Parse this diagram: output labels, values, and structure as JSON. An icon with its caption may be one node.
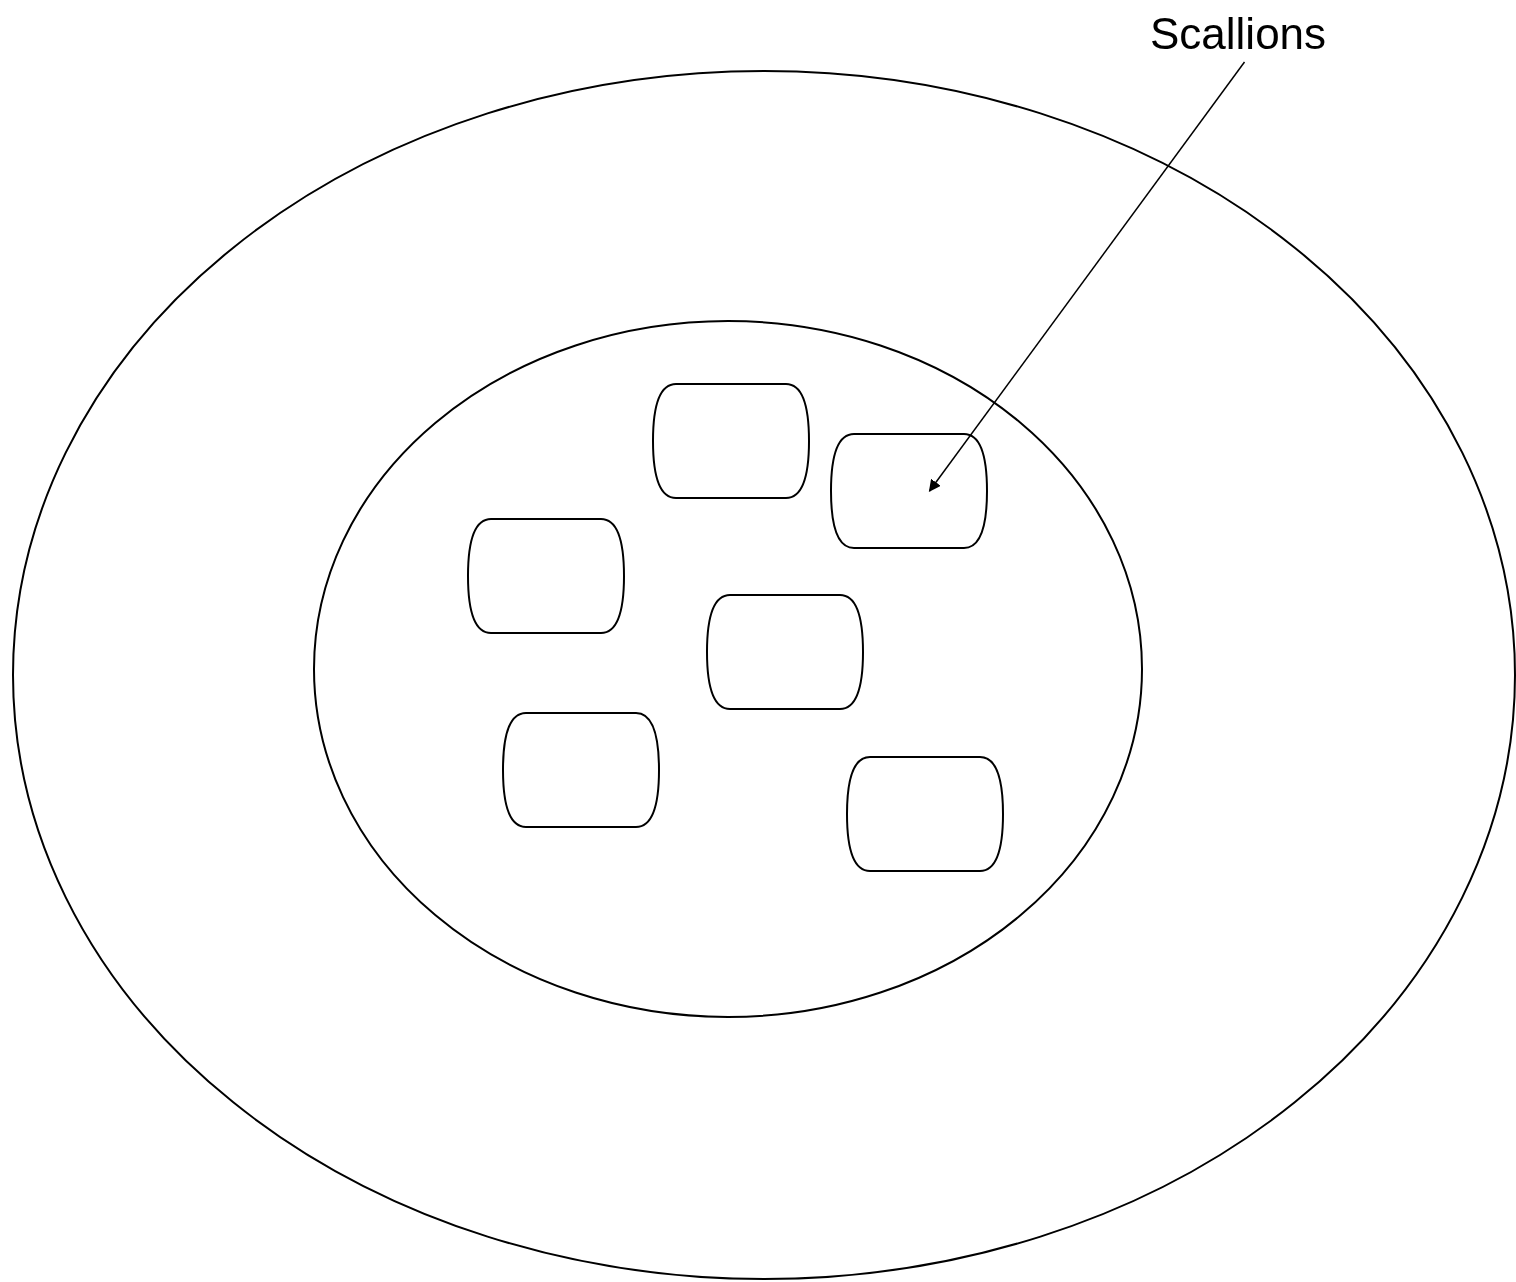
{
  "diagram": {
    "nodes": [
      {
        "text": [],
        "shape": "ellipse"
      },
      {
        "text": [],
        "shape": "ellipse",
        "in": 0
      },
      {
        "text": [],
        "shape": "box",
        "in": 1
      },
      {
        "text": [],
        "shape": "box",
        "in": 1
      },
      {
        "text": [],
        "shape": "box",
        "in": 1
      },
      {
        "text": [],
        "shape": "box",
        "in": 1
      },
      {
        "text": [],
        "shape": "box",
        "in": 1
      },
      {
        "text": [],
        "shape": "box",
        "in": 1
      },
      {
        "text": [
          "Scallions"
        ]
      }
    ],
    "edges": [
      {
        "from": 8,
        "to": 3,
        "arrow": "to"
      }
    ]
  }
}
